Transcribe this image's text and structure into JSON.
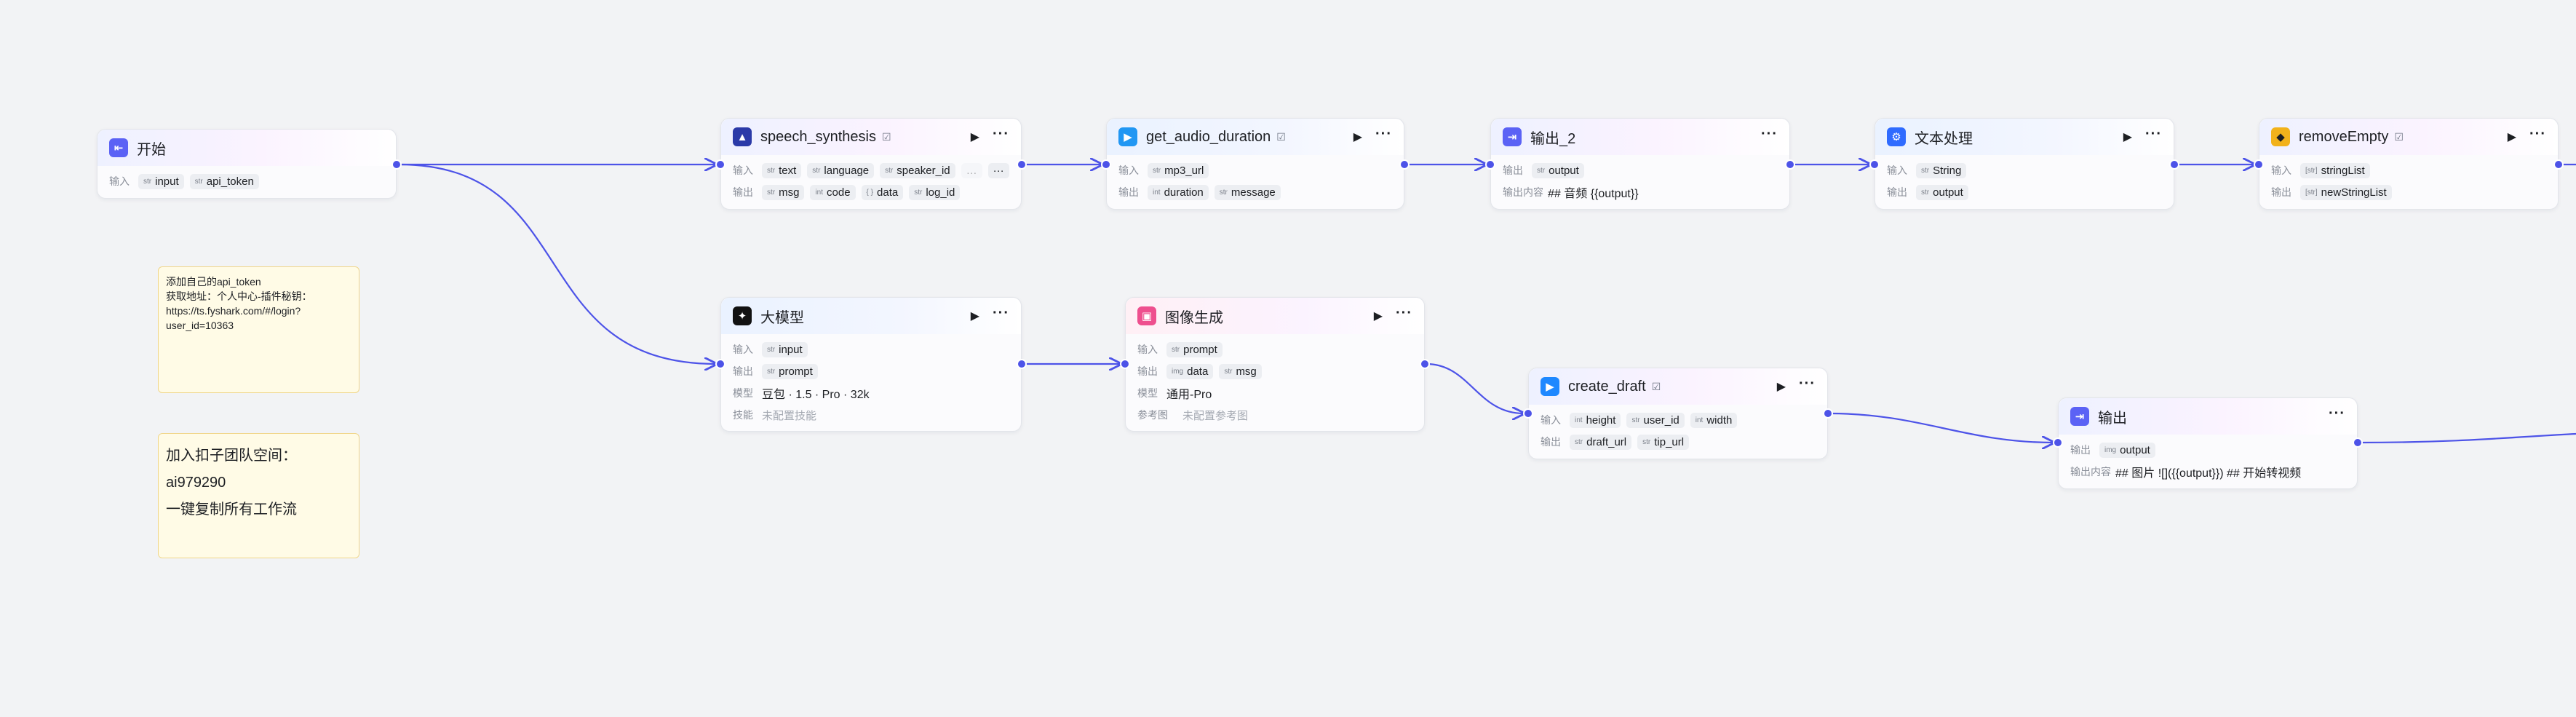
{
  "colors": {
    "edge": "#4d53e8",
    "start_icon": "#5b62f5",
    "speech_icon": "#2b3aa8",
    "audio_icon": "#2197f3",
    "output_icon": "#5b62f5",
    "text_icon": "#2f6bff",
    "remove_icon": "#f2b21b",
    "llm_icon": "#111111",
    "image_icon": "#ee4f8e",
    "draft_icon": "#1e88ff"
  },
  "nodes": {
    "start": {
      "title": "开始",
      "icon": "start-icon",
      "rows": [
        {
          "label": "输入",
          "tags": [
            {
              "t": "str",
              "v": "input"
            },
            {
              "t": "str",
              "v": "api_token"
            }
          ]
        }
      ]
    },
    "speech": {
      "title": "speech_synthesis",
      "badge": "☑",
      "icon": "speech-icon",
      "rows": [
        {
          "label": "输入",
          "tags": [
            {
              "t": "str",
              "v": "text"
            },
            {
              "t": "str",
              "v": "language"
            },
            {
              "t": "str",
              "v": "speaker_id"
            }
          ],
          "more": "···"
        },
        {
          "label": "输出",
          "tags": [
            {
              "t": "str",
              "v": "msg"
            },
            {
              "t": "int",
              "v": "code"
            },
            {
              "t": "{ }",
              "v": "data"
            },
            {
              "t": "str",
              "v": "log_id"
            }
          ]
        }
      ]
    },
    "audio": {
      "title": "get_audio_duration",
      "badge": "☑",
      "icon": "audio-icon",
      "rows": [
        {
          "label": "输入",
          "tags": [
            {
              "t": "str",
              "v": "mp3_url"
            }
          ]
        },
        {
          "label": "输出",
          "tags": [
            {
              "t": "int",
              "v": "duration"
            },
            {
              "t": "str",
              "v": "message"
            }
          ]
        }
      ]
    },
    "output2": {
      "title": "输出_2",
      "icon": "output-icon",
      "rows": [
        {
          "label": "输出",
          "tags": [
            {
              "t": "str",
              "v": "output"
            }
          ]
        },
        {
          "label": "输出内容",
          "text": "## 音频 {{output}}"
        }
      ]
    },
    "textproc": {
      "title": "文本处理",
      "icon": "text-process-icon",
      "rows": [
        {
          "label": "输入",
          "tags": [
            {
              "t": "str",
              "v": "String"
            }
          ]
        },
        {
          "label": "输出",
          "tags": [
            {
              "t": "str",
              "v": "output"
            }
          ]
        }
      ]
    },
    "remove": {
      "title": "removeEmpty",
      "badge": "☑",
      "icon": "remove-empty-icon",
      "rows": [
        {
          "label": "输入",
          "tags": [
            {
              "t": "[str]",
              "v": "stringList"
            }
          ]
        },
        {
          "label": "输出",
          "tags": [
            {
              "t": "[str]",
              "v": "newStringList"
            }
          ]
        }
      ]
    },
    "llm": {
      "title": "大模型",
      "icon": "llm-icon",
      "rows": [
        {
          "label": "输入",
          "tags": [
            {
              "t": "str",
              "v": "input"
            }
          ]
        },
        {
          "label": "输出",
          "tags": [
            {
              "t": "str",
              "v": "prompt"
            }
          ]
        },
        {
          "label": "模型",
          "text": "豆包 · 1.5 · Pro · 32k"
        },
        {
          "label": "技能",
          "text": "未配置技能",
          "muted": true
        }
      ]
    },
    "image": {
      "title": "图像生成",
      "icon": "image-gen-icon",
      "rows": [
        {
          "label": "输入",
          "tags": [
            {
              "t": "str",
              "v": "prompt"
            }
          ]
        },
        {
          "label": "输出",
          "tags": [
            {
              "t": "img",
              "v": "data"
            },
            {
              "t": "str",
              "v": "msg"
            }
          ]
        },
        {
          "label": "模型",
          "text": "通用-Pro"
        },
        {
          "label": "参考图",
          "text": "未配置参考图",
          "muted": true
        }
      ]
    },
    "draft": {
      "title": "create_draft",
      "badge": "☑",
      "icon": "create-draft-icon",
      "rows": [
        {
          "label": "输入",
          "tags": [
            {
              "t": "int",
              "v": "height"
            },
            {
              "t": "str",
              "v": "user_id"
            },
            {
              "t": "int",
              "v": "width"
            }
          ]
        },
        {
          "label": "输出",
          "tags": [
            {
              "t": "str",
              "v": "draft_url"
            },
            {
              "t": "str",
              "v": "tip_url"
            }
          ]
        }
      ]
    },
    "output": {
      "title": "输出",
      "icon": "output-icon",
      "rows": [
        {
          "label": "输出",
          "tags": [
            {
              "t": "img",
              "v": "output"
            }
          ]
        },
        {
          "label": "输出内容",
          "text": "## 图片 ![]({{output}}) ## 开始转视频"
        }
      ]
    }
  },
  "notes": {
    "token": {
      "lines": [
        "添加自己的api_token",
        "获取地址：个人中心-插件秘钥：",
        "https://ts.fyshark.com/#/login?",
        "user_id=10363"
      ]
    },
    "team": {
      "lines": [
        "加入扣子团队空间：",
        "ai979290",
        "一键复制所有工作流"
      ]
    }
  }
}
